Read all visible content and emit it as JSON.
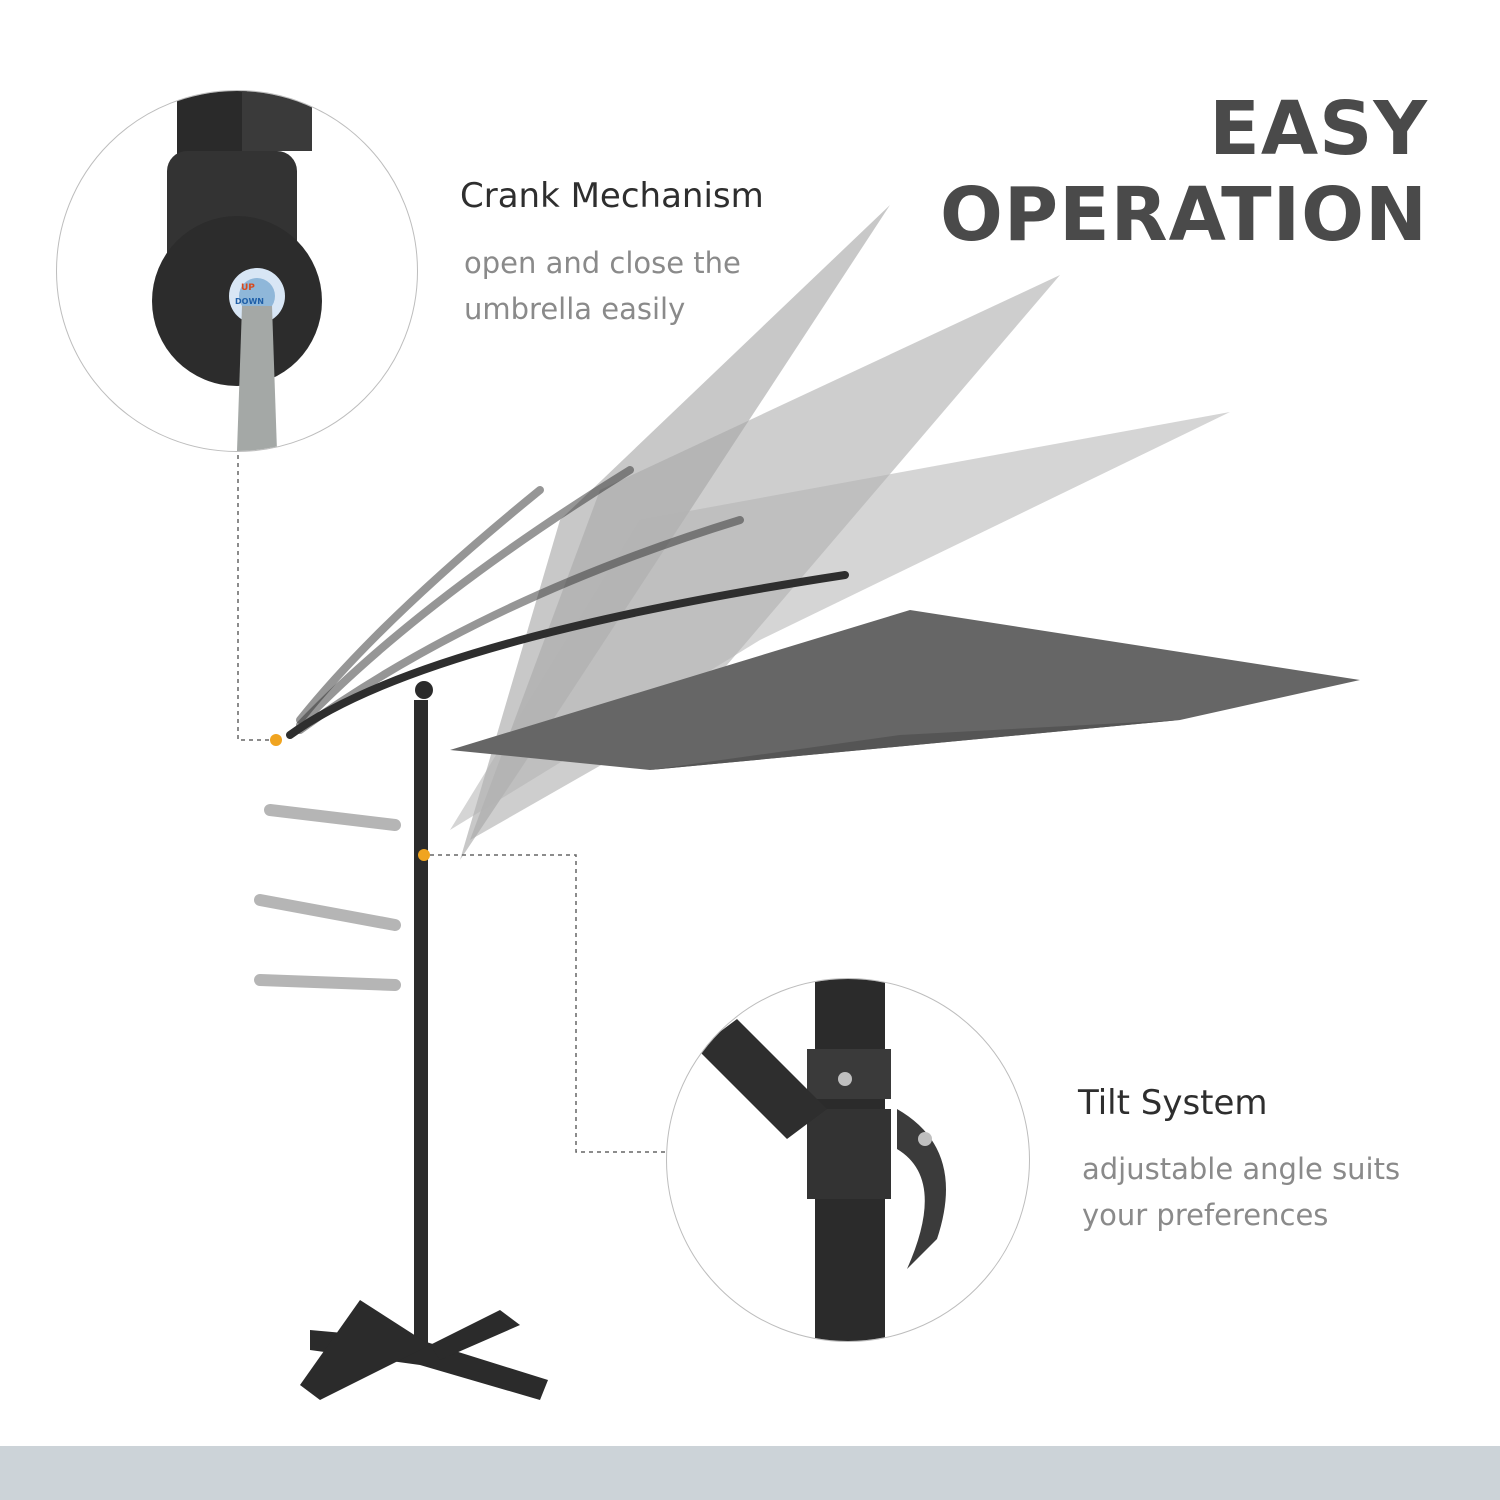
{
  "headline": {
    "line1": "EASY",
    "line2": "OPERATION"
  },
  "features": [
    {
      "title": "Crank Mechanism",
      "desc_line1": "open and close the",
      "desc_line2": "umbrella  easily"
    },
    {
      "title": "Tilt System",
      "desc_line1": "adjustable angle suits",
      "desc_line2": "your preferences"
    }
  ],
  "crank_label": {
    "up": "UP",
    "down": "DOWN"
  },
  "colors": {
    "canopy": "#6e6e6e",
    "pole": "#2b2b2b",
    "accent": "#f0a420",
    "footer": "#ccd3d8"
  }
}
